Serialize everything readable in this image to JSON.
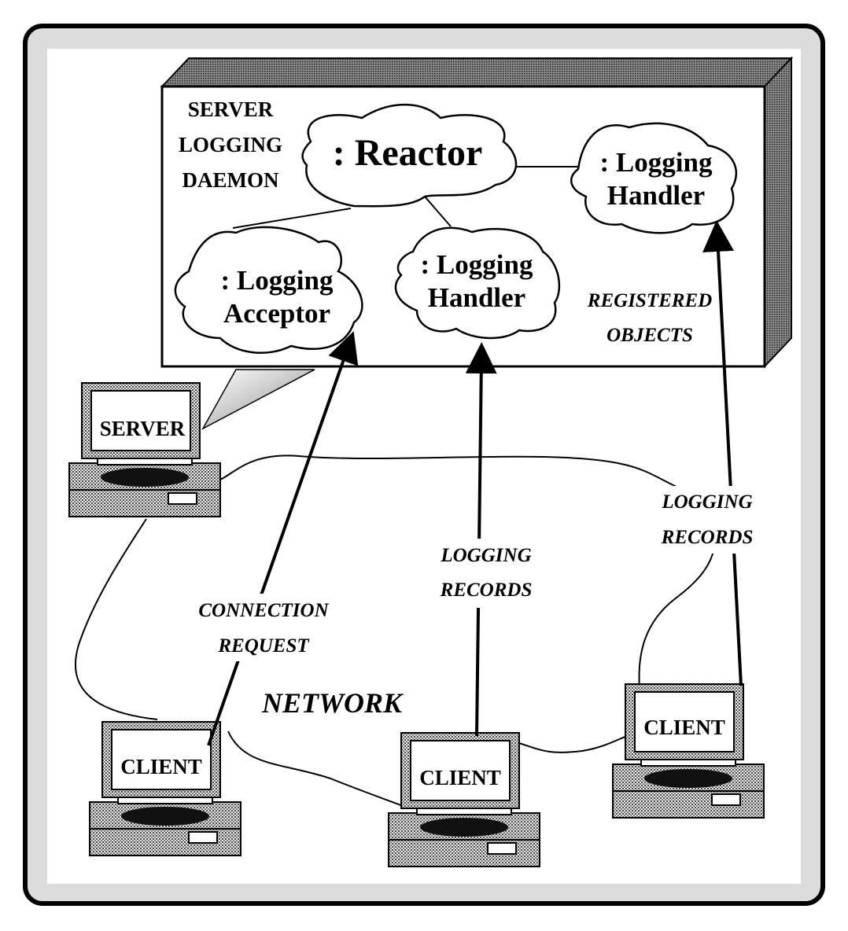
{
  "daemon_label": [
    "SERVER",
    "LOGGING",
    "DAEMON"
  ],
  "reactor": ": Reactor",
  "logging_acceptor": [
    ": Logging",
    "Acceptor"
  ],
  "logging_handler_middle": [
    ": Logging",
    "Handler"
  ],
  "logging_handler_right": [
    ": Logging",
    "Handler"
  ],
  "registered_objects": [
    "REGISTERED",
    "OBJECTS"
  ],
  "server_label": "SERVER",
  "client_label": "CLIENT",
  "connection_request": [
    "CONNECTION",
    "REQUEST"
  ],
  "logging_records_middle": [
    "LOGGING",
    "RECORDS"
  ],
  "logging_records_right": [
    "LOGGING",
    "RECORDS"
  ],
  "network_label": "NETWORK"
}
